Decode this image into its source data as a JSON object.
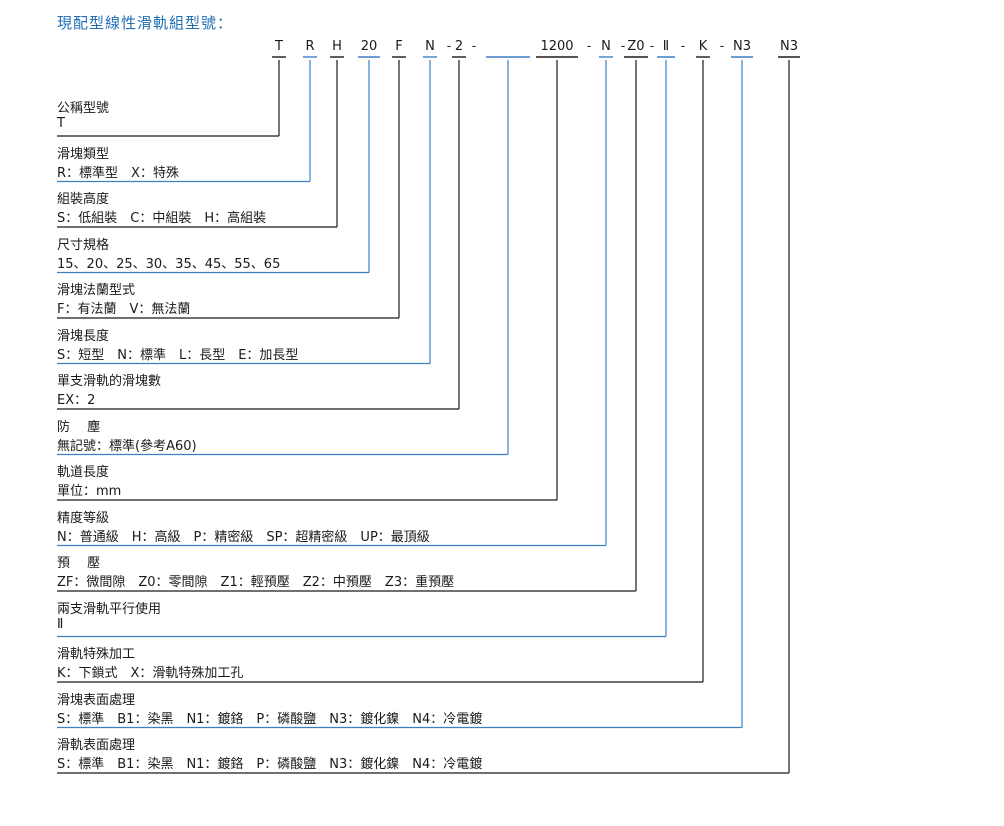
{
  "title": "現配型線性滑軌組型號：",
  "code_segments": [
    {
      "text": "T",
      "color": "#1a1a1a"
    },
    {
      "text": "R",
      "color": "#3b7fc4"
    },
    {
      "text": "H",
      "color": "#1a1a1a"
    },
    {
      "text": "20",
      "color": "#3b7fc4"
    },
    {
      "text": "F",
      "color": "#1a1a1a"
    },
    {
      "text": "N",
      "color": "#3b7fc4"
    },
    {
      "text": "2",
      "color": "#1a1a1a"
    },
    {
      "text": "",
      "color": "#3b7fc4"
    },
    {
      "text": "1200",
      "color": "#1a1a1a"
    },
    {
      "text": "N",
      "color": "#3b7fc4"
    },
    {
      "text": "Z0",
      "color": "#1a1a1a"
    },
    {
      "text": "Ⅱ",
      "color": "#3b7fc4"
    },
    {
      "text": "K",
      "color": "#1a1a1a"
    },
    {
      "text": "N3",
      "color": "#3b7fc4"
    },
    {
      "text": "N3",
      "color": "#1a1a1a"
    }
  ],
  "separators": [
    "-",
    "-",
    "-",
    "-",
    "-",
    "-",
    "-",
    "+"
  ],
  "rows": [
    {
      "title": "公稱型號",
      "options": "T"
    },
    {
      "title": "滑塊類型",
      "options": "R：標準型　X：特殊"
    },
    {
      "title": "組裝高度",
      "options": "S：低組裝　C：中組裝　H：高組裝"
    },
    {
      "title": "尺寸規格",
      "options": "15、20、25、30、35、45、55、65"
    },
    {
      "title": "滑塊法蘭型式",
      "options": "F：有法蘭　V：無法蘭"
    },
    {
      "title": "滑塊長度",
      "options": "S：短型　N：標準　L：長型　E：加長型"
    },
    {
      "title": "單支滑軌的滑塊數",
      "options": "EX：2"
    },
    {
      "title": "防　 塵",
      "options": "無記號：標準(參考A60)"
    },
    {
      "title": "軌道長度",
      "options": "單位：mm"
    },
    {
      "title": "精度等級",
      "options": "N：普通級　H：高級　P：精密級　SP：超精密級　UP：最頂級"
    },
    {
      "title": "預　 壓",
      "options": "ZF：微間隙　Z0：零間隙　Z1：輕預壓　Z2：中預壓　Z3：重預壓"
    },
    {
      "title": "兩支滑軌平行使用",
      "options": "Ⅱ"
    },
    {
      "title": "滑軌特殊加工",
      "options": "K：下鎖式　X：滑軌特殊加工孔"
    },
    {
      "title": "滑塊表面處理",
      "options": "S：標準　B1：染黑　N1：鍍鉻　P：磷酸鹽　N3：鍍化鎳　N4：冷電鍍"
    },
    {
      "title": "滑軌表面處理",
      "options": "S：標準　B1：染黑　N1：鍍鉻　P：磷酸鹽　N3：鍍化鎳　N4：冷電鍍"
    }
  ]
}
